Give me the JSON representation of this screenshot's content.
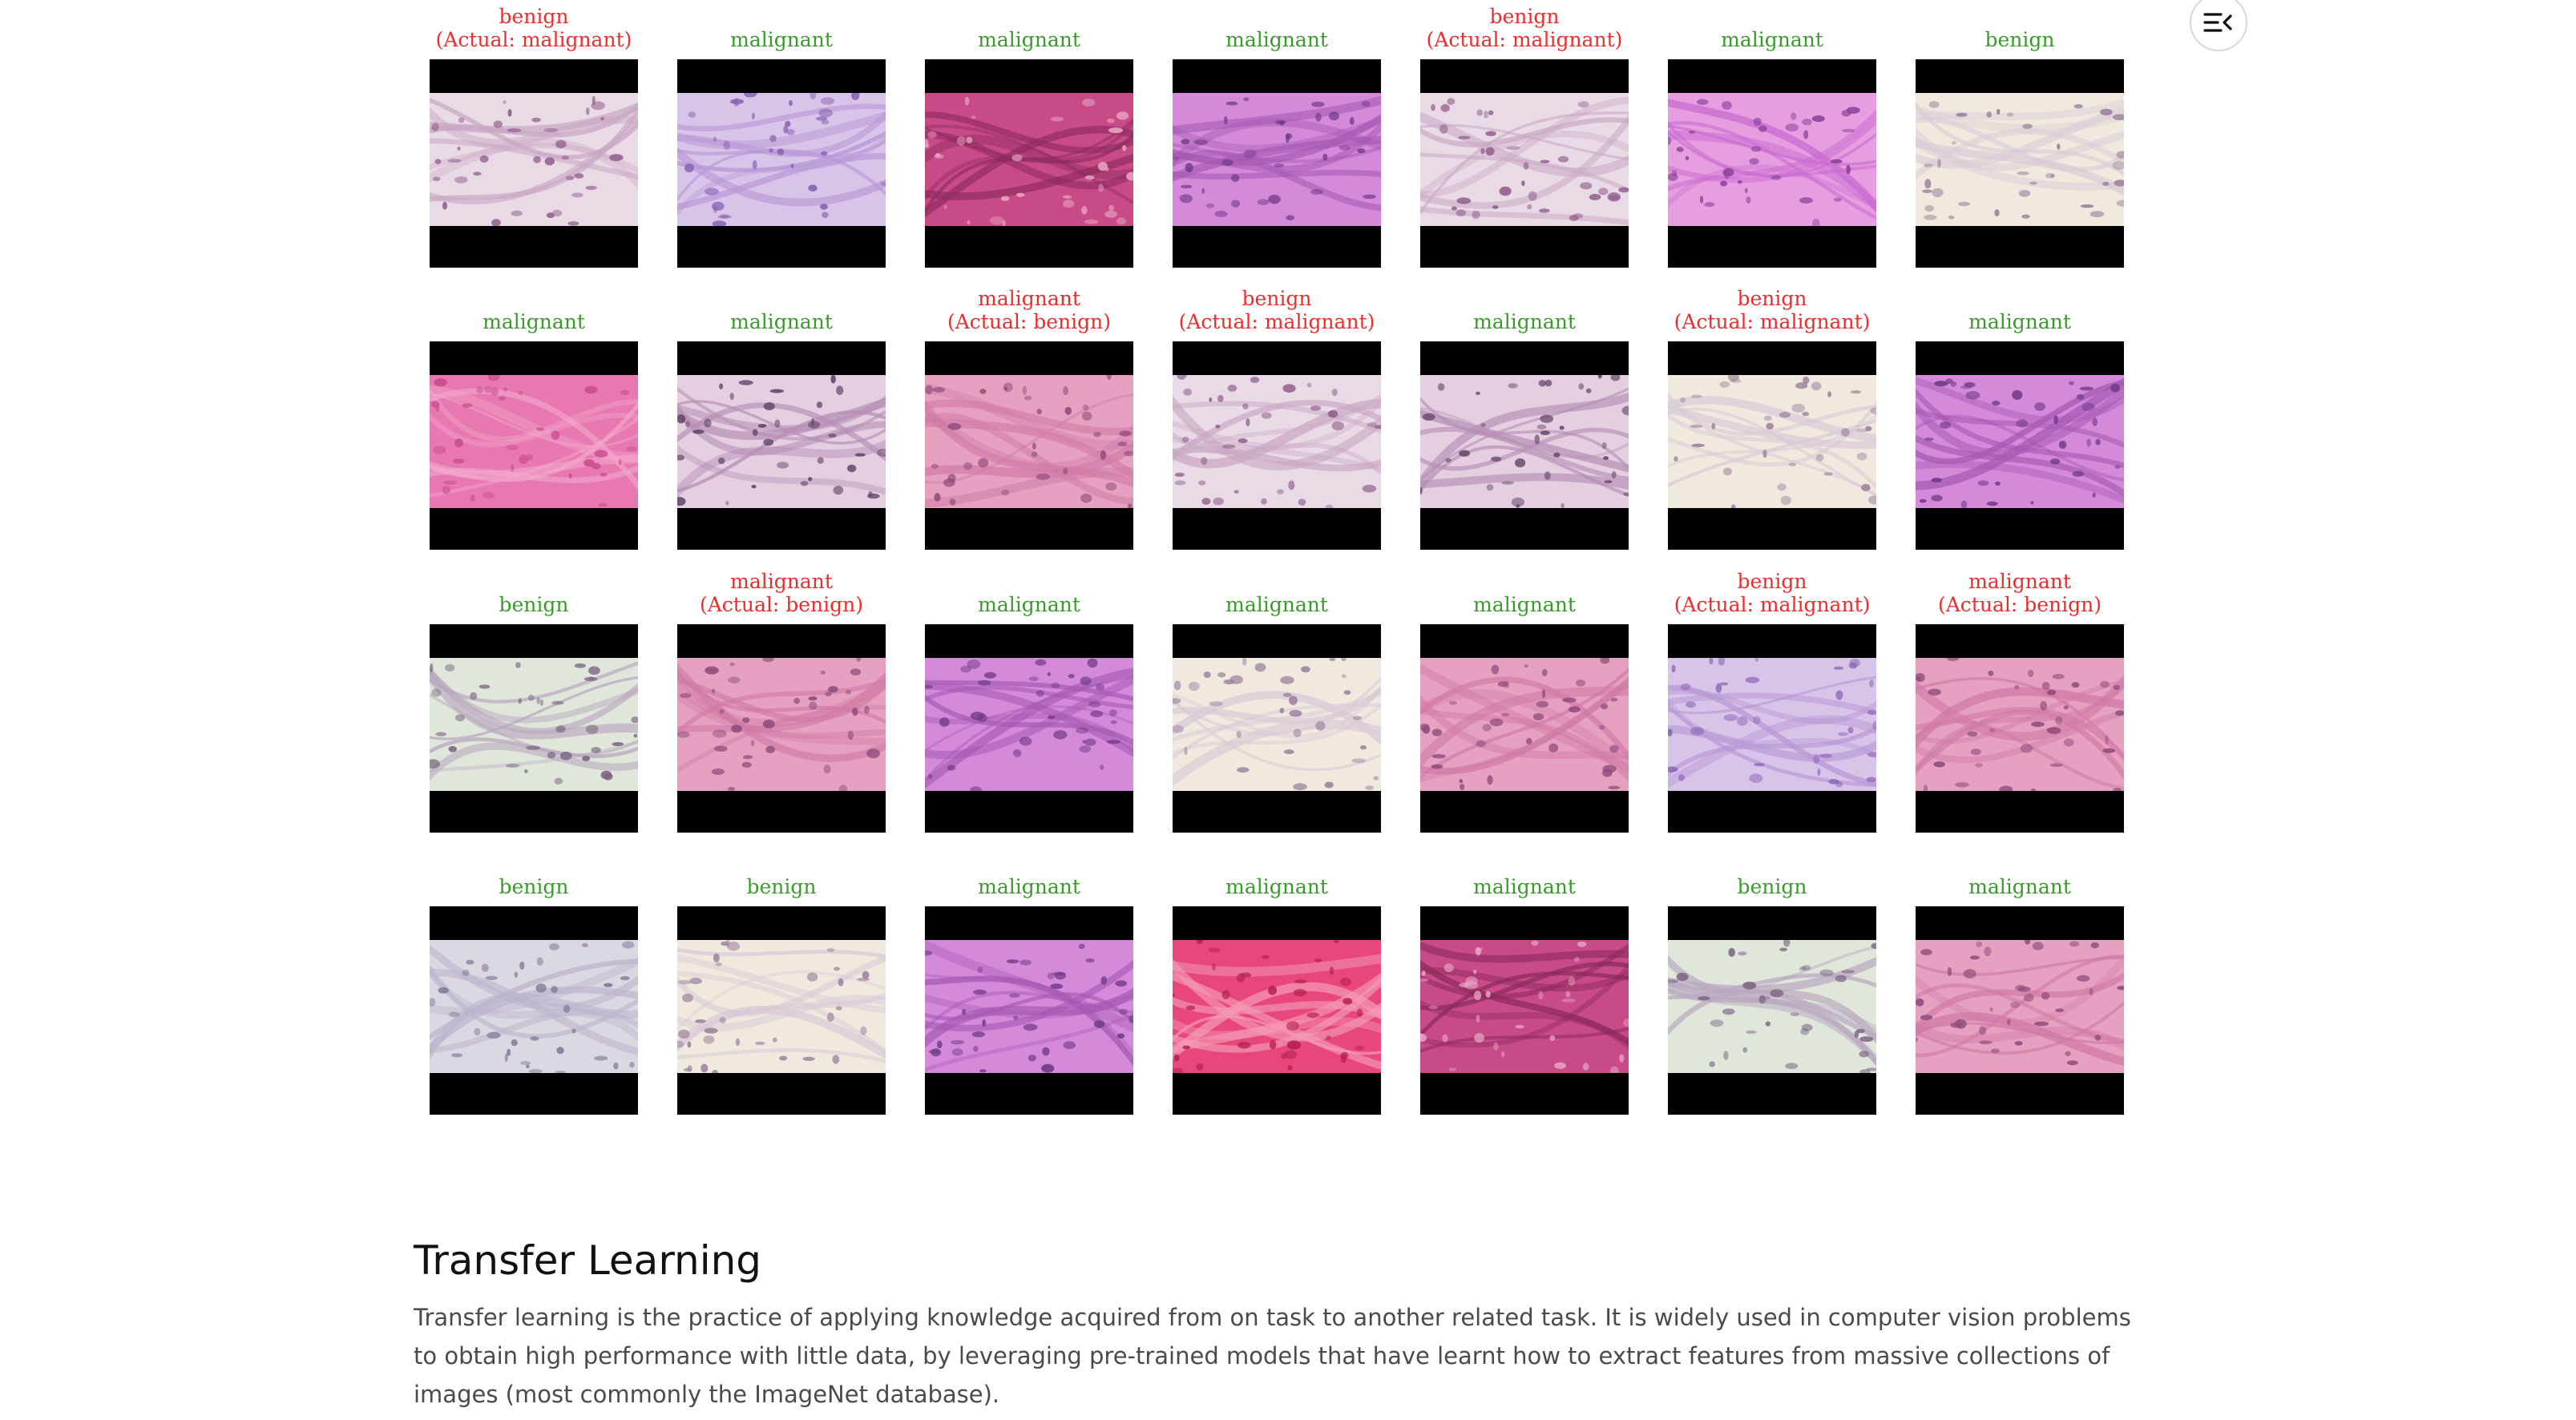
{
  "grid": {
    "rows": [
      [
        {
          "pred": "benign",
          "actual": "(Actual: malignant)",
          "correct": false,
          "palette": "pale"
        },
        {
          "pred": "malignant",
          "actual": null,
          "correct": true,
          "palette": "lavender"
        },
        {
          "pred": "malignant",
          "actual": null,
          "correct": true,
          "palette": "deeppink"
        },
        {
          "pred": "malignant",
          "actual": null,
          "correct": true,
          "palette": "purple"
        },
        {
          "pred": "benign",
          "actual": "(Actual: malignant)",
          "correct": false,
          "palette": "pale"
        },
        {
          "pred": "malignant",
          "actual": null,
          "correct": true,
          "palette": "magenta"
        },
        {
          "pred": "benign",
          "actual": null,
          "correct": true,
          "palette": "cream"
        }
      ],
      [
        {
          "pred": "malignant",
          "actual": null,
          "correct": true,
          "palette": "hotpink"
        },
        {
          "pred": "malignant",
          "actual": null,
          "correct": true,
          "palette": "mauve"
        },
        {
          "pred": "malignant",
          "actual": "(Actual: benign)",
          "correct": false,
          "palette": "rose"
        },
        {
          "pred": "benign",
          "actual": "(Actual: malignant)",
          "correct": false,
          "palette": "pale"
        },
        {
          "pred": "malignant",
          "actual": null,
          "correct": true,
          "palette": "mauve"
        },
        {
          "pred": "benign",
          "actual": "(Actual: malignant)",
          "correct": false,
          "palette": "cream"
        },
        {
          "pred": "malignant",
          "actual": null,
          "correct": true,
          "palette": "purple"
        }
      ],
      [
        {
          "pred": "benign",
          "actual": null,
          "correct": true,
          "palette": "mint"
        },
        {
          "pred": "malignant",
          "actual": "(Actual: benign)",
          "correct": false,
          "palette": "rose"
        },
        {
          "pred": "malignant",
          "actual": null,
          "correct": true,
          "palette": "purple"
        },
        {
          "pred": "malignant",
          "actual": null,
          "correct": true,
          "palette": "cream"
        },
        {
          "pred": "malignant",
          "actual": null,
          "correct": true,
          "palette": "rose"
        },
        {
          "pred": "benign",
          "actual": "(Actual: malignant)",
          "correct": false,
          "palette": "lavender"
        },
        {
          "pred": "malignant",
          "actual": "(Actual: benign)",
          "correct": false,
          "palette": "rose"
        }
      ],
      [
        {
          "pred": "benign",
          "actual": null,
          "correct": true,
          "palette": "grey"
        },
        {
          "pred": "benign",
          "actual": null,
          "correct": true,
          "palette": "cream"
        },
        {
          "pred": "malignant",
          "actual": null,
          "correct": true,
          "palette": "purple"
        },
        {
          "pred": "malignant",
          "actual": null,
          "correct": true,
          "palette": "red"
        },
        {
          "pred": "malignant",
          "actual": null,
          "correct": true,
          "palette": "deeppink"
        },
        {
          "pred": "benign",
          "actual": null,
          "correct": true,
          "palette": "mint"
        },
        {
          "pred": "malignant",
          "actual": null,
          "correct": true,
          "palette": "rose"
        }
      ]
    ]
  },
  "colors": {
    "correct": "#3a9a2c",
    "incorrect": "#ee2c2c",
    "frame": "#000000"
  },
  "palettes": {
    "pale": [
      "#e9dbe6",
      "#c9a6c3",
      "#8f5c8d"
    ],
    "lavender": [
      "#d7c4e8",
      "#b796d6",
      "#8a62b4"
    ],
    "deeppink": [
      "#c84a86",
      "#8a2a5c",
      "#e7a3c3"
    ],
    "purple": [
      "#d58ad9",
      "#a459b3",
      "#6d3a86"
    ],
    "magenta": [
      "#e79ee0",
      "#c86ad0",
      "#8a3f9b"
    ],
    "cream": [
      "#efeadd",
      "#d9c9d7",
      "#9b7f9e"
    ],
    "hotpink": [
      "#e879b0",
      "#f3a9cf",
      "#c94b8d"
    ],
    "mauve": [
      "#e3cfe0",
      "#b78fb5",
      "#5f3f65"
    ],
    "rose": [
      "#e6a1c0",
      "#d07aa6",
      "#8e4b7c"
    ],
    "mint": [
      "#dfe6da",
      "#b9a7bf",
      "#7b6483"
    ],
    "grey": [
      "#dcd8e2",
      "#bcb3cc",
      "#7f7595"
    ],
    "red": [
      "#e7477a",
      "#f59ab6",
      "#b3204e"
    ]
  },
  "menu": {
    "icon": "collapse-menu-icon"
  },
  "section": {
    "title": "Transfer Learning",
    "body": "Transfer learning is the practice of applying knowledge acquired from on task to another related task. It is widely used in computer vision problems to obtain high performance with little data, by leveraging pre-trained models that have learnt how to extract features from massive collections of images (most commonly the ImageNet database)."
  }
}
